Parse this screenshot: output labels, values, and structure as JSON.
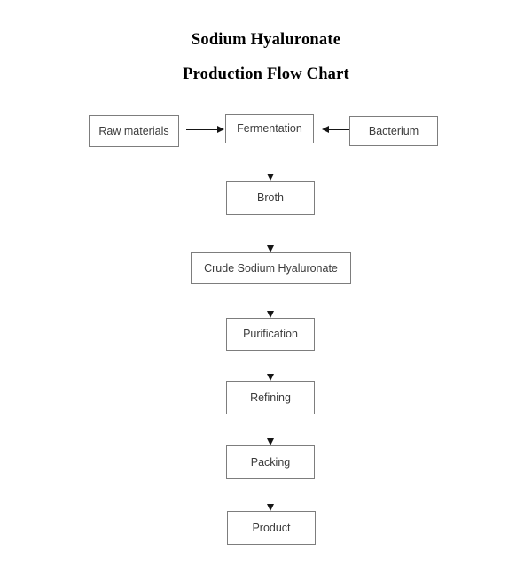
{
  "chart_data": {
    "type": "diagram",
    "diagram_kind": "flowchart",
    "title_lines": [
      "Sodium Hyaluronate",
      "Production Flow Chart"
    ],
    "orientation": "top-to-bottom",
    "nodes": [
      {
        "id": "raw-materials",
        "label": "Raw materials"
      },
      {
        "id": "fermentation",
        "label": "Fermentation"
      },
      {
        "id": "bacterium",
        "label": "Bacterium"
      },
      {
        "id": "broth",
        "label": "Broth"
      },
      {
        "id": "crude-sodium-hyaluronate",
        "label": "Crude Sodium Hyaluronate"
      },
      {
        "id": "purification",
        "label": "Purification"
      },
      {
        "id": "refining",
        "label": "Refining"
      },
      {
        "id": "packing",
        "label": "Packing"
      },
      {
        "id": "product",
        "label": "Product"
      }
    ],
    "edges": [
      {
        "from": "raw-materials",
        "to": "fermentation",
        "direction": "right"
      },
      {
        "from": "bacterium",
        "to": "fermentation",
        "direction": "left"
      },
      {
        "from": "fermentation",
        "to": "broth",
        "direction": "down"
      },
      {
        "from": "broth",
        "to": "crude-sodium-hyaluronate",
        "direction": "down"
      },
      {
        "from": "crude-sodium-hyaluronate",
        "to": "purification",
        "direction": "down"
      },
      {
        "from": "purification",
        "to": "refining",
        "direction": "down"
      },
      {
        "from": "refining",
        "to": "packing",
        "direction": "down"
      },
      {
        "from": "packing",
        "to": "product",
        "direction": "down"
      }
    ],
    "colors": {
      "background": "#ffffff",
      "node_border": "#7d7d7d",
      "node_fill": "#ffffff",
      "node_text": "#3b3b3b",
      "arrow": "#161616",
      "title_text": "#000000"
    }
  },
  "title": {
    "line1": "Sodium Hyaluronate",
    "line2": "Production Flow Chart"
  },
  "nodes": {
    "raw_materials": "Raw materials",
    "fermentation": "Fermentation",
    "bacterium": "Bacterium",
    "broth": "Broth",
    "crude": "Crude Sodium Hyaluronate",
    "purification": "Purification",
    "refining": "Refining",
    "packing": "Packing",
    "product": "Product"
  }
}
